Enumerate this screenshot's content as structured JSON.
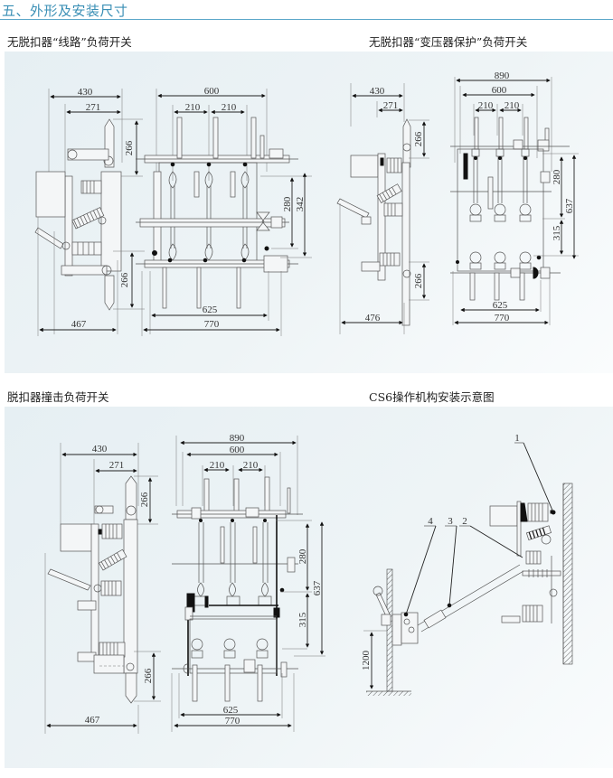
{
  "header": {
    "title": "五、外形及安装尺寸",
    "accent_color": "#3a8fb5"
  },
  "panels": [
    {
      "caption": "无脱扣器“线路”负荷开关",
      "side_view": {
        "dims": {
          "top_outer": "430",
          "top_inner": "271",
          "upper_height": "266",
          "lower_height": "266",
          "bottom_width": "467"
        }
      },
      "front_view": {
        "dims": {
          "top_width": "600",
          "pitch_1": "210",
          "pitch_2": "210",
          "height_1": "280",
          "height_2": "342",
          "bottom_inner": "625",
          "bottom_outer": "770"
        }
      }
    },
    {
      "caption": "无脱扣器“变压器保护”负荷开关",
      "side_view": {
        "dims": {
          "top_outer": "430",
          "top_inner": "271",
          "upper_height": "266",
          "lower_height": "266",
          "bottom_width": "476"
        }
      },
      "front_view": {
        "dims": {
          "overall_width": "890",
          "top_width": "600",
          "pitch_1": "210",
          "pitch_2": "210",
          "height_1": "280",
          "height_2": "315",
          "height_total": "637",
          "bottom_inner": "625",
          "bottom_outer": "770"
        }
      }
    },
    {
      "caption": "脱扣器撞击负荷开关",
      "side_view": {
        "dims": {
          "top_outer": "430",
          "top_inner": "271",
          "upper_height": "266",
          "lower_height": "266",
          "bottom_width": "467"
        }
      },
      "front_view": {
        "dims": {
          "overall_width": "890",
          "top_width": "600",
          "pitch_1": "210",
          "pitch_2": "210",
          "height_1": "280",
          "height_2": "315",
          "height_total": "637",
          "bottom_inner": "625",
          "bottom_outer": "770"
        }
      }
    },
    {
      "caption": "CS6操作机构安装示意图",
      "callouts": [
        "1",
        "2",
        "3",
        "4"
      ],
      "dims": {
        "handle_height": "1200"
      }
    }
  ]
}
